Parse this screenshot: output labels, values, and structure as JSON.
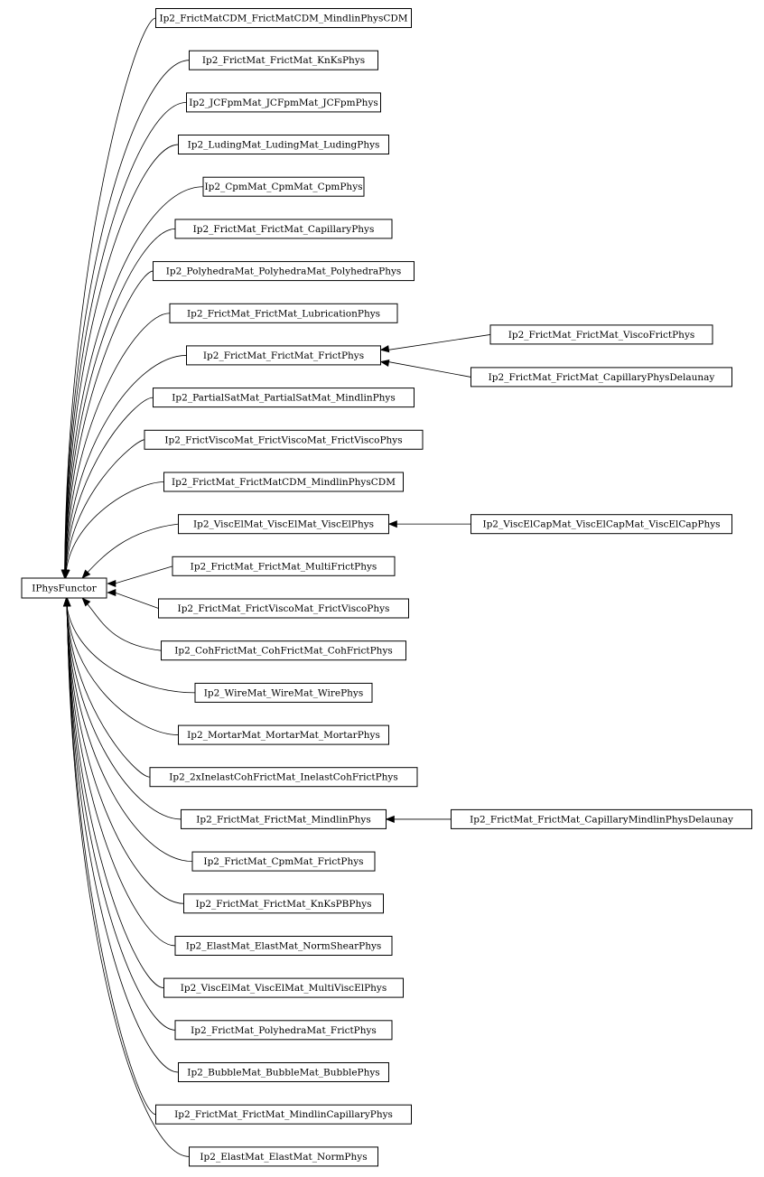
{
  "root": "IPhysFunctor",
  "children": [
    {
      "label": "Ip2_FrictMatCDM_FrictMatCDM_MindlinPhysCDM"
    },
    {
      "label": "Ip2_FrictMat_FrictMat_KnKsPhys"
    },
    {
      "label": "Ip2_JCFpmMat_JCFpmMat_JCFpmPhys"
    },
    {
      "label": "Ip2_LudingMat_LudingMat_LudingPhys"
    },
    {
      "label": "Ip2_CpmMat_CpmMat_CpmPhys"
    },
    {
      "label": "Ip2_FrictMat_FrictMat_CapillaryPhys"
    },
    {
      "label": "Ip2_PolyhedraMat_PolyhedraMat_PolyhedraPhys"
    },
    {
      "label": "Ip2_FrictMat_FrictMat_LubricationPhys"
    },
    {
      "label": "Ip2_FrictMat_FrictMat_FrictPhys",
      "children": [
        "Ip2_FrictMat_FrictMat_ViscoFrictPhys",
        "Ip2_FrictMat_FrictMat_CapillaryPhysDelaunay"
      ]
    },
    {
      "label": "Ip2_PartialSatMat_PartialSatMat_MindlinPhys"
    },
    {
      "label": "Ip2_FrictViscoMat_FrictViscoMat_FrictViscoPhys"
    },
    {
      "label": "Ip2_FrictMat_FrictMatCDM_MindlinPhysCDM"
    },
    {
      "label": "Ip2_ViscElMat_ViscElMat_ViscElPhys",
      "children": [
        "Ip2_ViscElCapMat_ViscElCapMat_ViscElCapPhys"
      ]
    },
    {
      "label": "Ip2_FrictMat_FrictMat_MultiFrictPhys"
    },
    {
      "label": "Ip2_FrictMat_FrictViscoMat_FrictViscoPhys"
    },
    {
      "label": "Ip2_CohFrictMat_CohFrictMat_CohFrictPhys"
    },
    {
      "label": "Ip2_WireMat_WireMat_WirePhys"
    },
    {
      "label": "Ip2_MortarMat_MortarMat_MortarPhys"
    },
    {
      "label": "Ip2_2xInelastCohFrictMat_InelastCohFrictPhys"
    },
    {
      "label": "Ip2_FrictMat_FrictMat_MindlinPhys",
      "children": [
        "Ip2_FrictMat_FrictMat_CapillaryMindlinPhysDelaunay"
      ]
    },
    {
      "label": "Ip2_FrictMat_CpmMat_FrictPhys"
    },
    {
      "label": "Ip2_FrictMat_FrictMat_KnKsPBPhys"
    },
    {
      "label": "Ip2_ElastMat_ElastMat_NormShearPhys"
    },
    {
      "label": "Ip2_ViscElMat_ViscElMat_MultiViscElPhys"
    },
    {
      "label": "Ip2_FrictMat_PolyhedraMat_FrictPhys"
    },
    {
      "label": "Ip2_BubbleMat_BubbleMat_BubblePhys"
    },
    {
      "label": "Ip2_FrictMat_FrictMat_MindlinCapillaryPhys"
    },
    {
      "label": "Ip2_ElastMat_ElastMat_NormPhys"
    }
  ]
}
